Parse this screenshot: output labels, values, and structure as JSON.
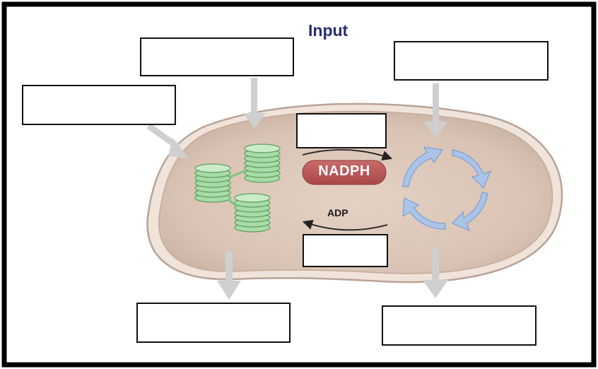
{
  "diagram": {
    "title": "Input",
    "molecules": {
      "nadph": "NADPH",
      "adp": "ADP"
    },
    "blank_boxes": [
      {
        "name": "input-box-left",
        "text": ""
      },
      {
        "name": "input-box-center",
        "text": ""
      },
      {
        "name": "input-box-right",
        "text": ""
      },
      {
        "name": "top-middle-box",
        "text": ""
      },
      {
        "name": "lower-middle-box",
        "text": ""
      },
      {
        "name": "output-box-left",
        "text": ""
      },
      {
        "name": "output-box-right",
        "text": ""
      }
    ],
    "colors": {
      "chloroplast_fill": "#ddc7b8",
      "chloroplast_border": "#b8a396",
      "thylakoid_green": "#7bc47f",
      "cycle_blue": "#9bb8df",
      "nadph_red": "#b85555",
      "arrow_gray": "#cfcfcf",
      "title_navy": "#2b2d6e"
    }
  }
}
